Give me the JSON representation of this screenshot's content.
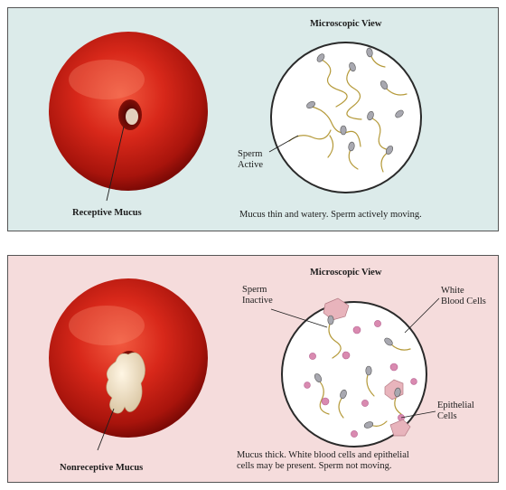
{
  "top_panel": {
    "view_title": "Microscopic View",
    "sperm_label_line1": "Sperm",
    "sperm_label_line2": "Active",
    "mucus_label": "Receptive Mucus",
    "caption": "Mucus thin and watery.  Sperm actively moving."
  },
  "bottom_panel": {
    "view_title": "Microscopic View",
    "sperm_label_line1": "Sperm",
    "sperm_label_line2": "Inactive",
    "wbc_label_line1": "White",
    "wbc_label_line2": "Blood Cells",
    "epithelial_label_line1": "Epithelial",
    "epithelial_label_line2": "Cells",
    "mucus_label": "Nonreceptive Mucus",
    "caption_line1": "Mucus thick. White blood cells and epithelial",
    "caption_line2": "cells may be present. Sperm not moving."
  },
  "colors": {
    "top_background": "#dcebea",
    "bottom_background": "#f5dcdc",
    "cervix_red": "#d8281a",
    "cervix_dark": "#8e0d08"
  }
}
